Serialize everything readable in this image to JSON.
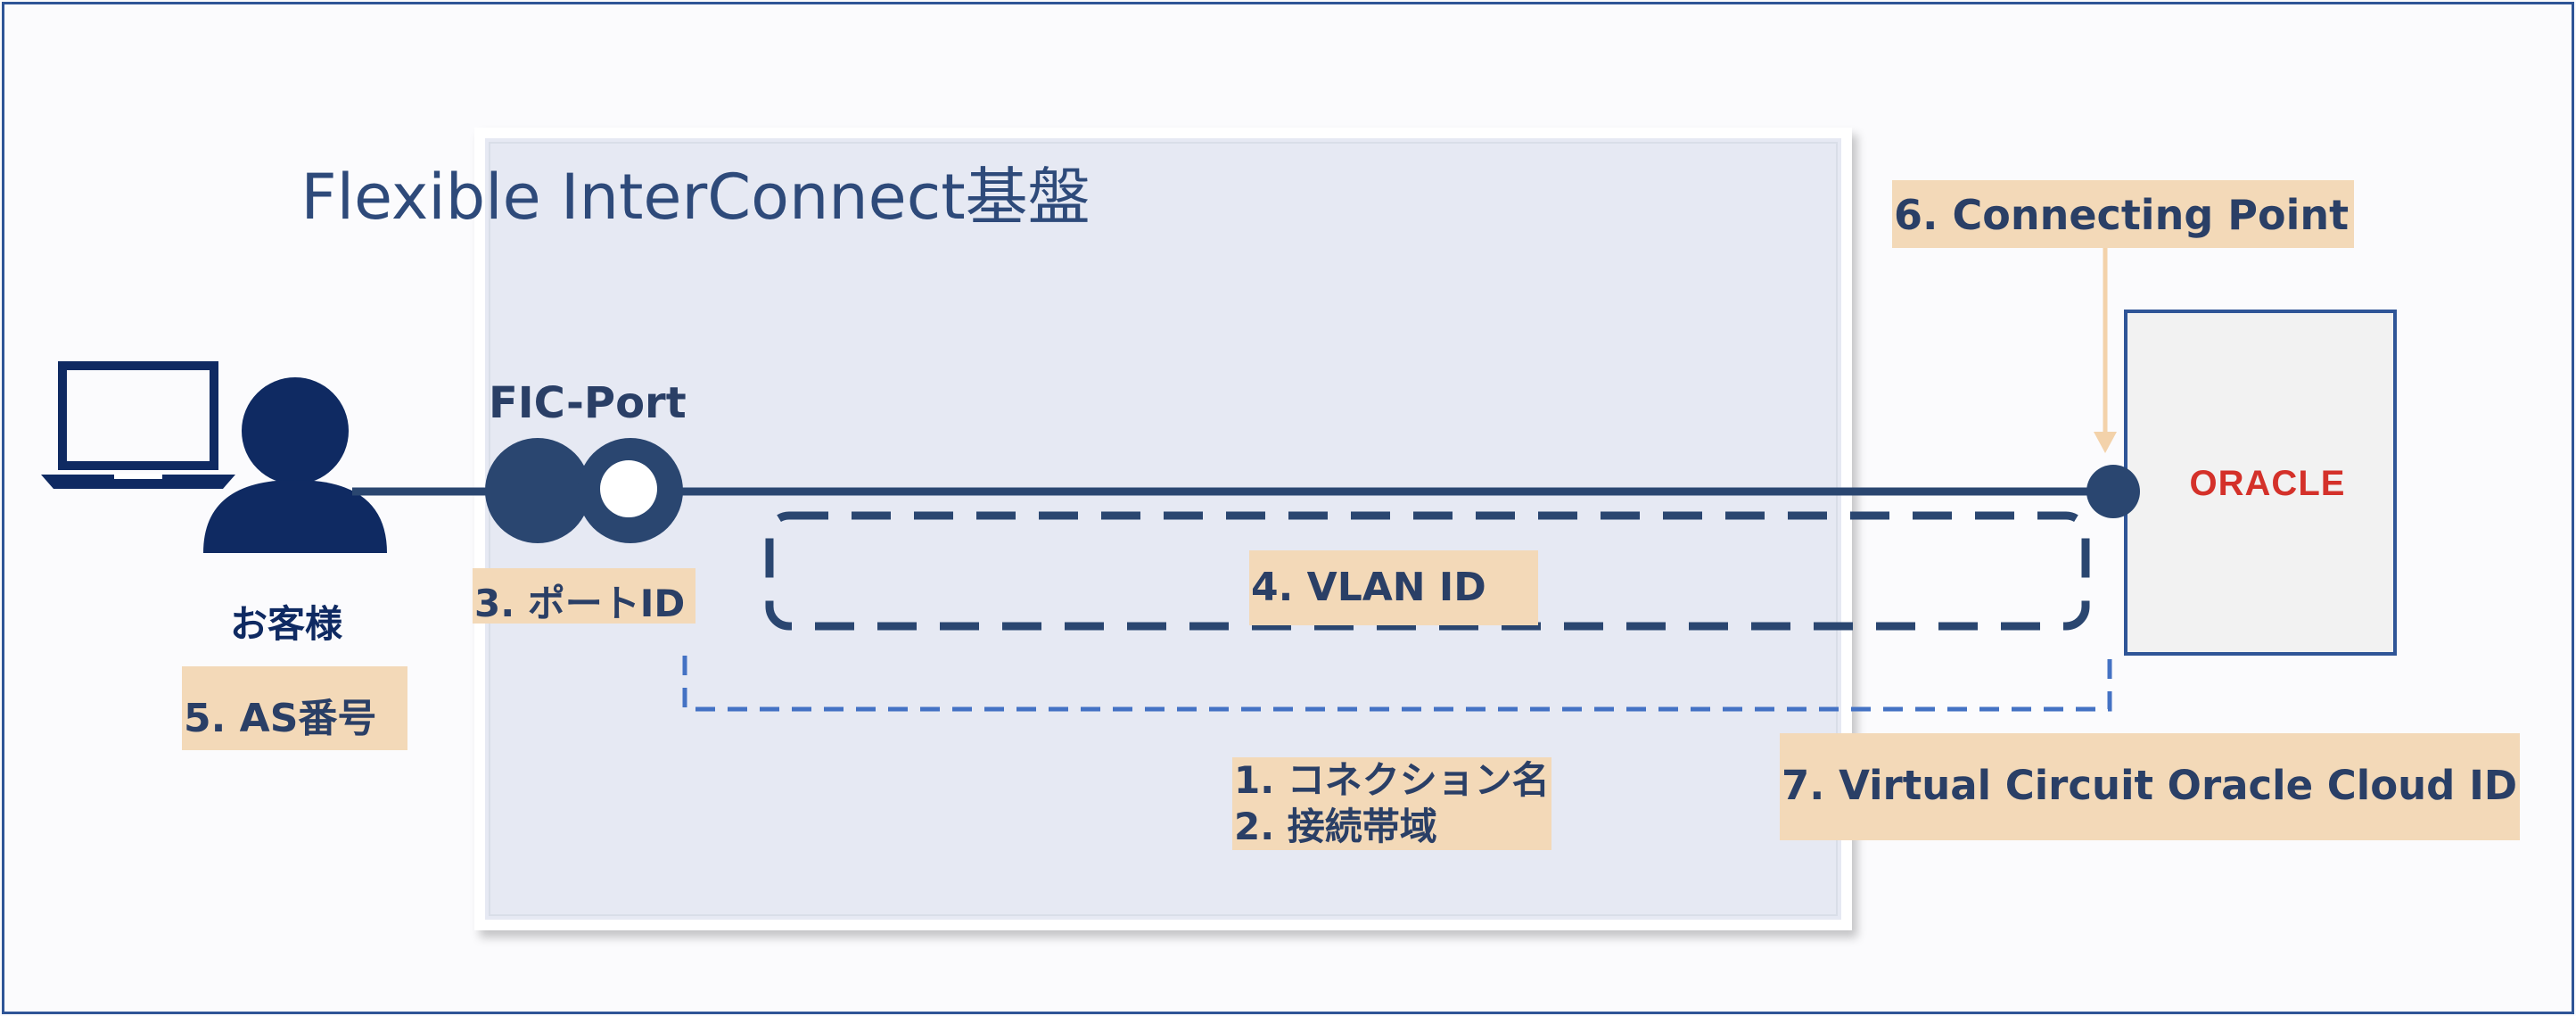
{
  "title": "Flexible InterConnect基盤",
  "fic_port": "FIC-Port",
  "customer": "お客様",
  "labels": {
    "port_id": "3. ポートID",
    "vlan_id": "4. VLAN ID",
    "as_number": "5. AS番号",
    "connecting_point": "6. Connecting Point",
    "connection_name": "1. コネクション名",
    "bandwidth": "2. 接続帯域",
    "virtual_circuit": "7. Virtual Circuit Oracle Cloud ID"
  },
  "oracle_logo": "ORACLE",
  "colors": {
    "navy": "#2a3f66",
    "person": "#0f2a62",
    "label_bg": "#f3d9b8",
    "dashed_blue": "#4472c4",
    "oracle_red": "#d4312a",
    "arrow": "#f3d2aa"
  }
}
